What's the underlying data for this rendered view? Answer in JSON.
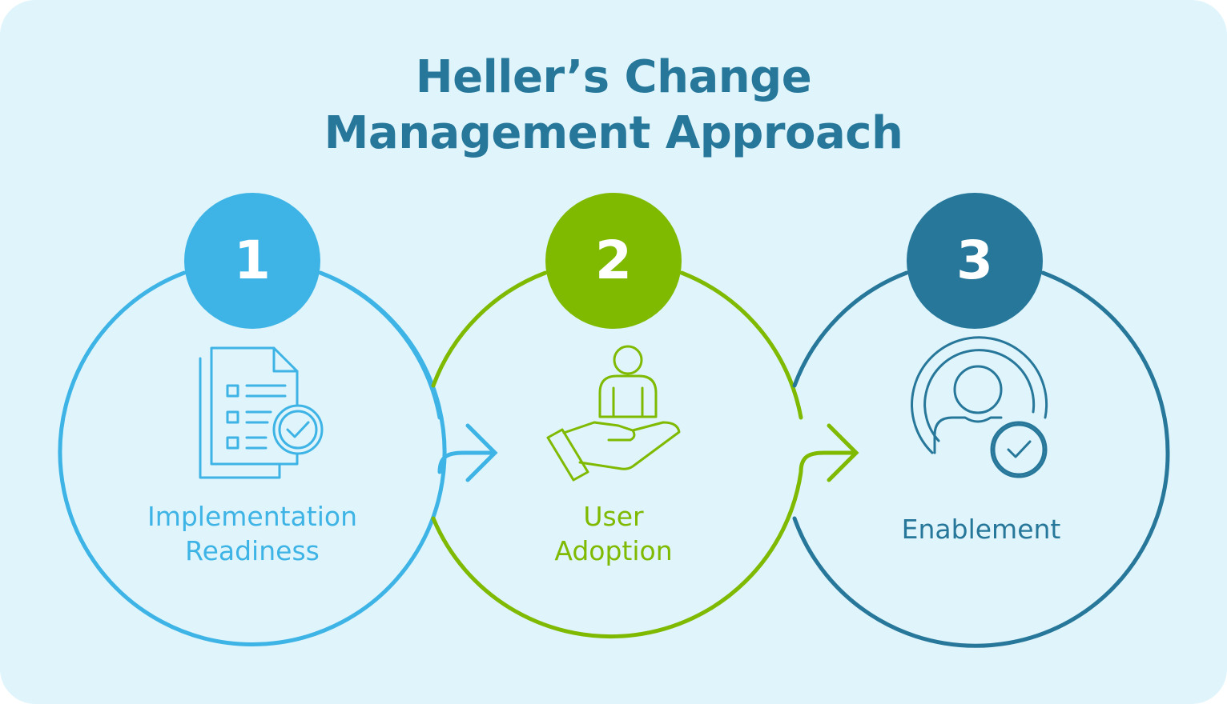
{
  "title": {
    "line1": "Heller’s Change",
    "line2": "Management Approach"
  },
  "steps": [
    {
      "number": "1",
      "label_lines": [
        "Implementation",
        "Readiness"
      ],
      "color": "#3db4e5",
      "icon": "checklist-document-icon"
    },
    {
      "number": "2",
      "label_lines": [
        "User",
        "Adoption"
      ],
      "color": "#7fba00",
      "icon": "hand-holding-person-icon"
    },
    {
      "number": "3",
      "label_lines": [
        "Enablement"
      ],
      "color": "#26779a",
      "icon": "verified-user-icon"
    }
  ],
  "colors": {
    "background": "#dff4fb",
    "title": "#26779a"
  }
}
